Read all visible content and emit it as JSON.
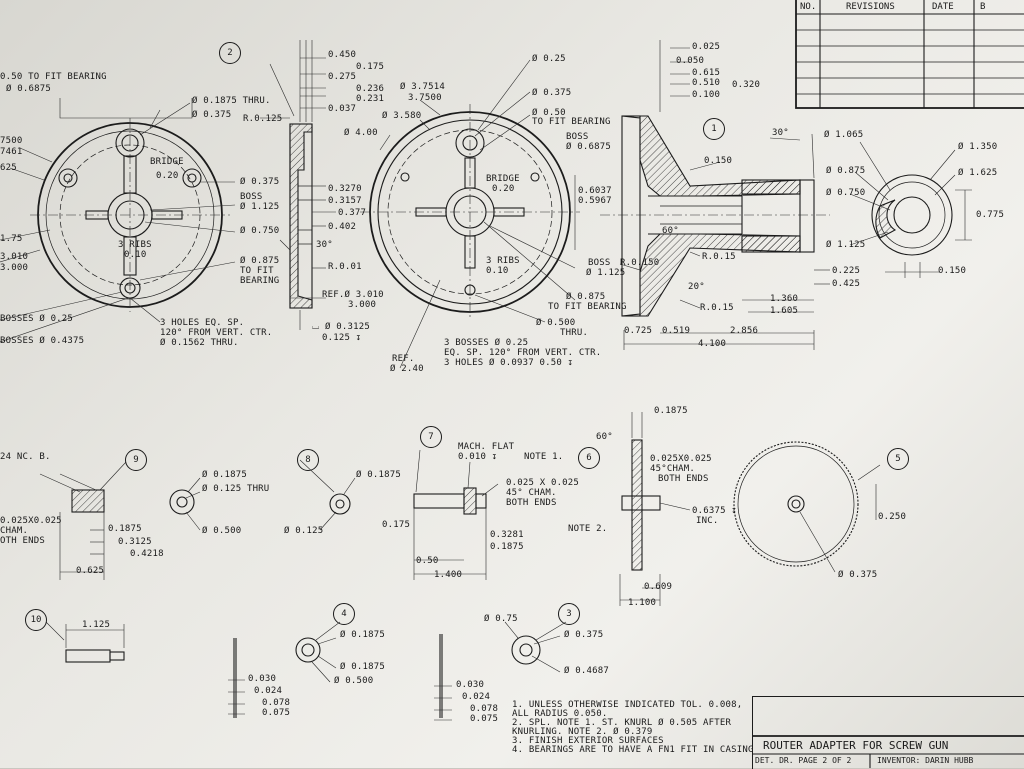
{
  "revisions_table": {
    "no": "NO.",
    "revisions": "REVISIONS",
    "date": "DATE",
    "by": "B"
  },
  "title_block": {
    "title": "ROUTER ADAPTER FOR SCREW GUN",
    "page": "DET. DR. PAGE 2 OF 2",
    "inventor": "INVENTOR: DARIN HUBB"
  },
  "notes": [
    "1. UNLESS OTHERWISE INDICATED TOL. 0.008,",
    "   ALL RADIUS 0.050.",
    "2. SPL. NOTE 1. ST. KNURL Ø 0.505 AFTER",
    "   KNURLING. NOTE 2. Ø 0.379",
    "3. FINISH EXTERIOR SURFACES",
    "4. BEARINGS ARE TO HAVE A FN1 FIT IN CASING"
  ],
  "bubbles": {
    "b1": "1",
    "b2": "2",
    "b3": "3",
    "b4": "4",
    "b5": "5",
    "b6": "6",
    "b7": "7",
    "b8": "8",
    "b9": "9",
    "b10": "10"
  },
  "part_left": {
    "fit_bearing": "0.50 TO FIT BEARING",
    "d6875": "Ø 0.6875",
    "d1875thru": "Ø 0.1875 THRU.",
    "d375": "Ø 0.375",
    "d7500": "7500",
    "d7461": "7461",
    "d625": "625",
    "bridge": "BRIDGE",
    "bridge_v": "0.20",
    "d375b": "Ø 0.375",
    "boss": "BOSS",
    "boss_v": "Ø 1.125",
    "d750": "Ø 0.750",
    "ribs": "3 RIBS",
    "ribs_v": "0.10",
    "d875": "Ø 0.875",
    "to_fit": "TO FIT",
    "bearing": "BEARING",
    "d175": "1.75",
    "d3010": "3.010",
    "d3000": "3.000",
    "bosses25": "BOSSES Ø 0.25",
    "bosses4375": "BOSSES Ø 0.4375",
    "holes1": "3 HOLES EQ. SP.",
    "holes2": "120° FROM VERT. CTR.",
    "holes3": "Ø 0.1562 THRU."
  },
  "part2_section": {
    "d450": "0.450",
    "d175": "0.175",
    "d275": "0.275",
    "d236": "0.236",
    "d231": "0.231",
    "d037": "0.037",
    "r125": "R.0.125",
    "d3270": "0.3270",
    "d3157": "0.3157",
    "d377": "0.377",
    "d402": "0.402",
    "a30": "30°",
    "r01": "R.0.01",
    "ref_a": "REF.Ø 3.010",
    "ref_b": "3.000",
    "cb1": "⌴ Ø 0.3125",
    "cb2": "0.125 ↧"
  },
  "part_mid": {
    "d25": "Ø 0.25",
    "d7514": "Ø 3.7514",
    "d7500": "3.7500",
    "d375": "Ø 0.375",
    "d580": "Ø 3.580",
    "d050": "Ø 0.50",
    "fit_bearing": "TO FIT BEARING",
    "boss": "BOSS",
    "boss_v": "Ø 0.6875",
    "d400": "Ø 4.00",
    "bridge": "BRIDGE",
    "bridge_v": "0.20",
    "ribs": "3 RIBS",
    "ribs_v": "0.10",
    "ref_a": "REF.Ø 3.010",
    "ref_b": "3.000",
    "d500": "Ø 0.500",
    "thru": "THRU.",
    "ref2": "REF.",
    "ref2_v": "Ø 2.40",
    "bosses1": "3 BOSSES Ø 0.25",
    "bosses2": "EQ. SP. 120° FROM VERT. CTR.",
    "bosses3": "3 HOLES Ø 0.0937  0.50 ↧",
    "boss2": "BOSS",
    "boss2_v": "Ø 1.125",
    "d875": "Ø 0.875",
    "fit2": "TO FIT BEARING"
  },
  "part1_section": {
    "d025": "0.025",
    "d050": "0.050",
    "d615": "0.615",
    "d510": "0.510",
    "d320": "0.320",
    "d100": "0.100",
    "d150": "0.150",
    "d6037": "0.6037",
    "d5967": "0.5967",
    "a60": "60°",
    "a20": "20°",
    "a30": "30°",
    "r150": "R.0.150",
    "r15a": "R.0.15",
    "r15b": "R.0.15",
    "d725": "0.725",
    "d519": "0.519",
    "d2856": "2.856",
    "d4100": "4.100",
    "d1360": "1.360",
    "d1605": "1.605",
    "d225": "0.225",
    "d425": "0.425",
    "d1065": "Ø 1.065",
    "d875": "Ø 0.875",
    "d750": "Ø 0.750",
    "d1125": "Ø 1.125"
  },
  "part1_end": {
    "d1350": "Ø 1.350",
    "d1625": "Ø 1.625",
    "d775": "0.775",
    "d150": "0.150"
  },
  "part9": {
    "nc": "24 NC. B.",
    "cham1": "0.025X0.025",
    "cham2": "CHAM.",
    "cham3": "OTH ENDS",
    "d1875": "0.1875",
    "d3125": "0.3125",
    "d4218": "0.4218",
    "d625": "0.625"
  },
  "part_small": {
    "d1875": "Ø 0.1875",
    "d125thru": "Ø 0.125 THRU",
    "d500": "Ø 0.500"
  },
  "part8": {
    "d1875": "Ø 0.1875",
    "d125": "Ø 0.125"
  },
  "part7": {
    "mach": "MACH. FLAT",
    "mach_v": "0.010 ↧",
    "note1": "NOTE 1.",
    "cham1": "0.025 X 0.025",
    "cham2": "45° CHAM.",
    "cham3": "BOTH ENDS",
    "d175": "0.175",
    "d3281": "0.3281",
    "d1875": "0.1875",
    "d050": "0.50",
    "d1400": "1.400"
  },
  "part6": {
    "d1875": "0.1875",
    "a60": "60°",
    "cham1": "0.025X0.025",
    "cham2": "45°CHAM.",
    "cham3": "BOTH ENDS",
    "d6375": "0.6375 ↧",
    "inc": "INC.",
    "note2": "NOTE 2.",
    "d609": "0.609",
    "d1100": "1.100"
  },
  "part5": {
    "d250": "0.250",
    "d375": "Ø 0.375"
  },
  "part10": {
    "d1125": "1.125"
  },
  "part4": {
    "d1875a": "Ø 0.1875",
    "d1875b": "Ø 0.1875",
    "d500": "Ø 0.500"
  },
  "part3": {
    "d75": "Ø 0.75",
    "d375": "Ø 0.375",
    "d4687": "Ø 0.4687"
  },
  "pins": {
    "a030": "0.030",
    "a024": "0.024",
    "a078": "0.078",
    "a075": "0.075",
    "b030": "0.030",
    "b024": "0.024",
    "b078": "0.078",
    "b075": "0.075"
  }
}
